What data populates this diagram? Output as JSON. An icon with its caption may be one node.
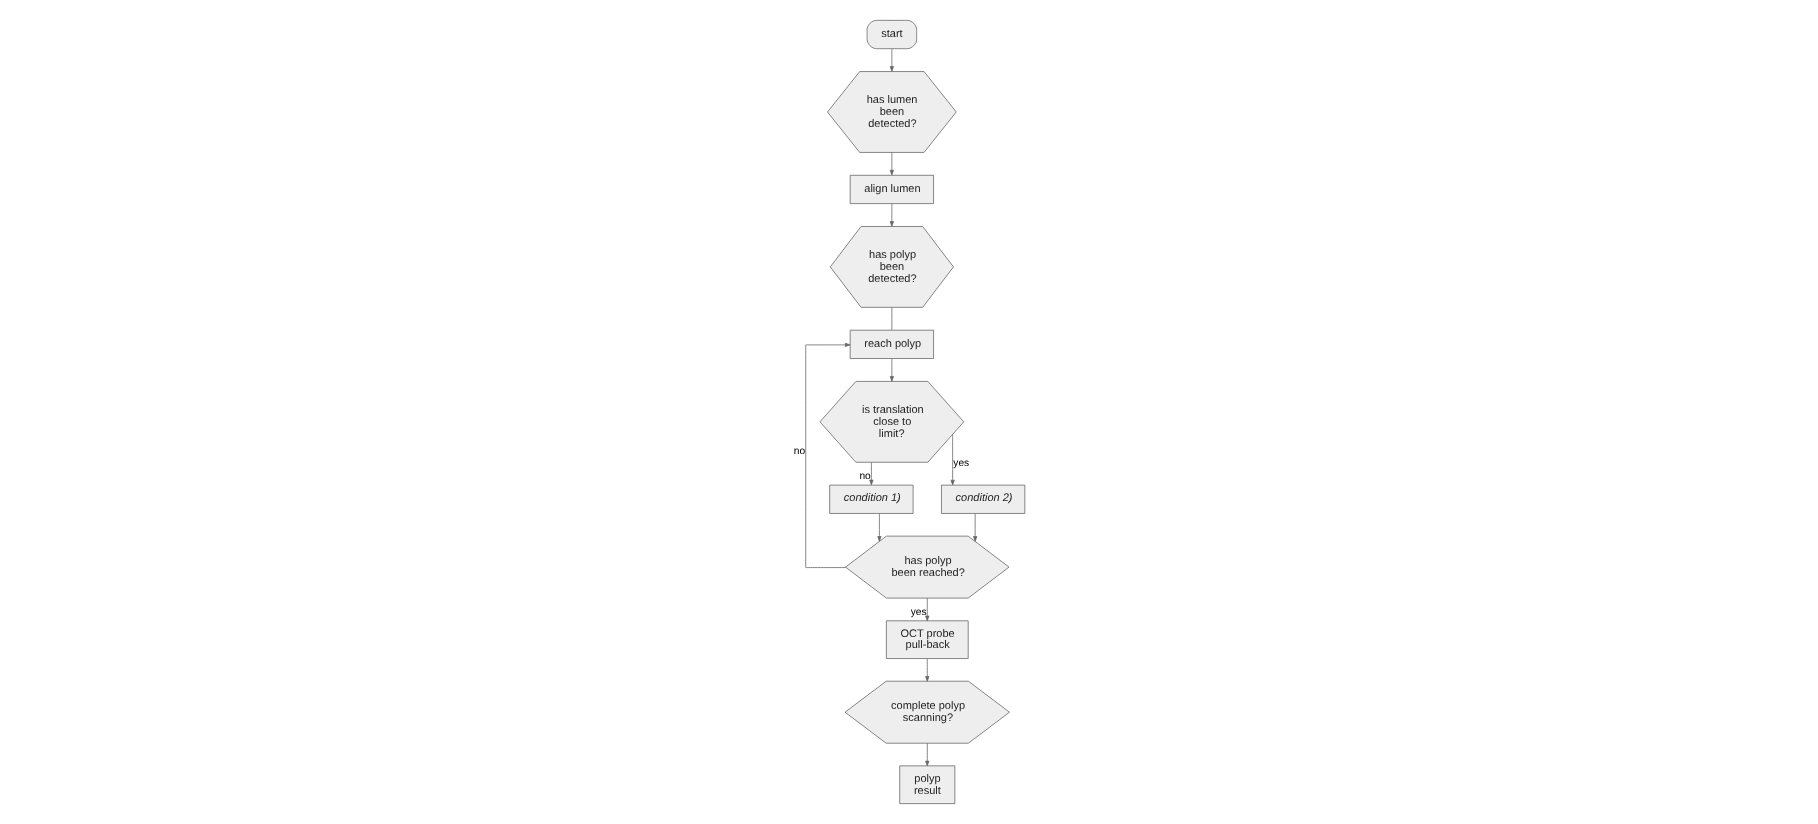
{
  "diagram": {
    "nodes": [
      {
        "text": [
          "start"
        ]
      },
      {
        "text": [
          "has lumen been detected?"
        ]
      },
      {
        "text": [
          "align lumen"
        ]
      },
      {
        "text": [
          "has polyp been detected?"
        ]
      },
      {
        "text": [
          "reach polyp"
        ]
      },
      {
        "text": [
          "is translation close to limit?"
        ]
      },
      {
        "text": [
          "condition 1)"
        ]
      },
      {
        "text": [
          "condition 2)"
        ]
      },
      {
        "text": [
          "has polyp been reached?"
        ]
      },
      {
        "text": [
          "OCT probe pull-back"
        ]
      },
      {
        "text": [
          "complete polyp scanning?"
        ]
      },
      {
        "text": [
          "polyp result"
        ]
      }
    ],
    "edges": [
      {
        "from": 0,
        "to": 1,
        "arrow": "to"
      },
      {
        "from": 1,
        "to": 2,
        "arrow": "to"
      },
      {
        "from": 2,
        "to": 3,
        "arrow": "to"
      },
      {
        "from": 3,
        "to": 4,
        "arrow": "none"
      },
      {
        "from": 4,
        "to": 5,
        "arrow": "to"
      },
      {
        "from": 5,
        "to": 6,
        "label": "no",
        "arrow": "to"
      },
      {
        "from": 5,
        "to": 7,
        "label": "yes",
        "arrow": "to"
      },
      {
        "from": 6,
        "to": 8,
        "arrow": "to"
      },
      {
        "from": 7,
        "to": 8,
        "arrow": "to"
      },
      {
        "from": 8,
        "to": 4,
        "label": "no",
        "arrow": "to"
      },
      {
        "from": 8,
        "to": 9,
        "label": "yes",
        "arrow": "to"
      },
      {
        "from": 9,
        "to": 10,
        "arrow": "to"
      },
      {
        "from": 10,
        "to": 11,
        "arrow": "to"
      }
    ]
  }
}
